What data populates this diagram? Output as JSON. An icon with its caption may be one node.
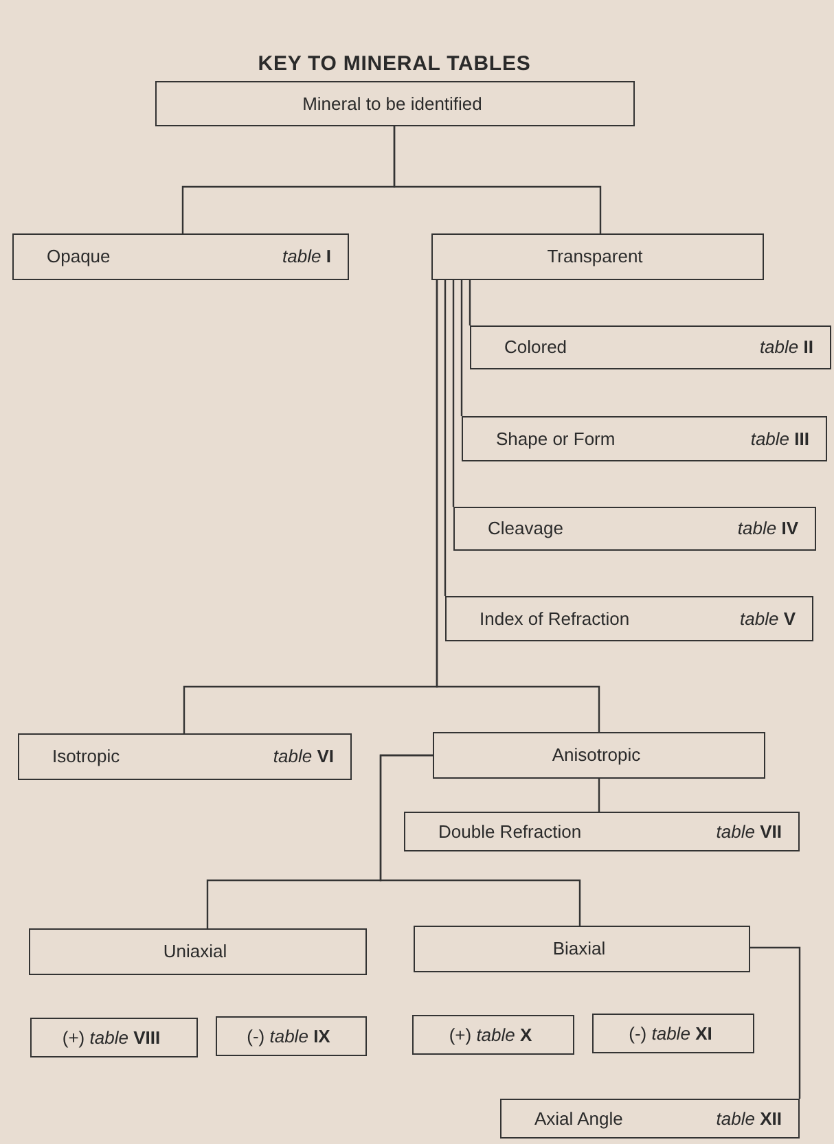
{
  "diagram": {
    "title": "KEY TO MINERAL TABLES",
    "nodes": [
      {
        "text": [
          "Mineral to be identified"
        ]
      },
      {
        "text": [
          "Opaque",
          "*table* **I**"
        ]
      },
      {
        "text": [
          "Transparent"
        ]
      },
      {
        "text": [
          "Colored",
          "*table* **II**"
        ]
      },
      {
        "text": [
          "Shape or Form",
          "*table* **III**"
        ]
      },
      {
        "text": [
          "Cleavage",
          "*table* **IV**"
        ]
      },
      {
        "text": [
          "Index of Refraction",
          "*table* **V**"
        ]
      },
      {
        "text": [
          "Isotropic",
          "*table* **VI**"
        ]
      },
      {
        "text": [
          "Anisotropic"
        ]
      },
      {
        "text": [
          "Double Refraction",
          "*table* **VII**"
        ]
      },
      {
        "text": [
          "Uniaxial"
        ]
      },
      {
        "text": [
          "Biaxial"
        ]
      },
      {
        "text": [
          "(+) *table* **VIII**"
        ]
      },
      {
        "text": [
          "(-) *table* **IX**"
        ]
      },
      {
        "text": [
          "(+) *table* **X**"
        ]
      },
      {
        "text": [
          "(-) *table* **XI**"
        ]
      },
      {
        "text": [
          "Axial Angle",
          "*table* **XII**"
        ]
      }
    ],
    "edges": [
      {
        "from": 0,
        "to": 1,
        "arrow": "none"
      },
      {
        "from": 0,
        "to": 2,
        "arrow": "none"
      },
      {
        "from": 2,
        "to": 3,
        "arrow": "none"
      },
      {
        "from": 2,
        "to": 4,
        "arrow": "none"
      },
      {
        "from": 2,
        "to": 5,
        "arrow": "none"
      },
      {
        "from": 2,
        "to": 6,
        "arrow": "none"
      },
      {
        "from": 2,
        "to": 7,
        "arrow": "none"
      },
      {
        "from": 2,
        "to": 8,
        "arrow": "none"
      },
      {
        "from": 8,
        "to": 9,
        "arrow": "none"
      },
      {
        "from": 8,
        "to": 10,
        "arrow": "none"
      },
      {
        "from": 8,
        "to": 11,
        "arrow": "none"
      },
      {
        "from": 11,
        "to": 16,
        "arrow": "none"
      }
    ]
  }
}
